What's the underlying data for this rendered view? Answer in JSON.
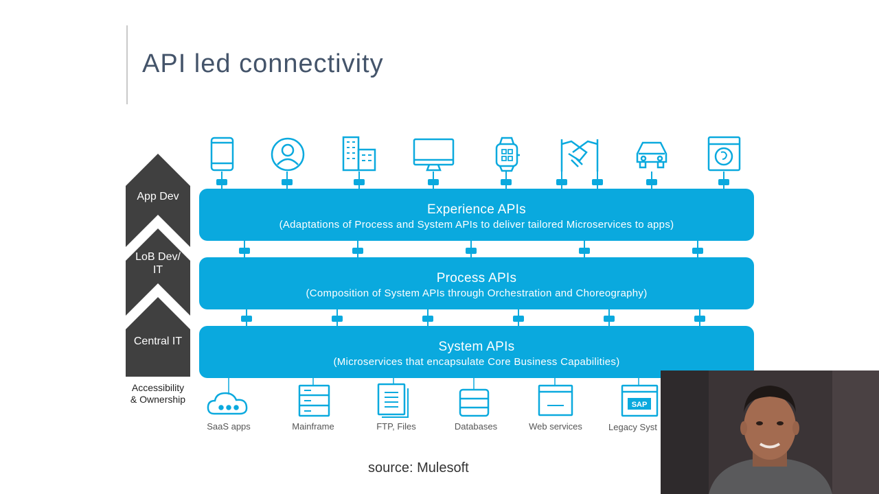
{
  "slide": {
    "title": "API led connectivity",
    "source": "source: Mulesoft"
  },
  "ownership_arrow": {
    "segments": [
      "App Dev",
      "LoB Dev/\nIT",
      "Central IT"
    ],
    "axis_label": "Accessibility\n& Ownership",
    "color": "#404040"
  },
  "layers": [
    {
      "name": "Experience APIs",
      "description": "(Adaptations of Process and System APIs to deliver tailored Microservices to apps)"
    },
    {
      "name": "Process APIs",
      "description": "(Composition of System APIs through Orchestration and Choreography)"
    },
    {
      "name": "System APIs",
      "description": "(Microservices that encapsulate Core Business Capabilities)"
    }
  ],
  "layer_color": "#0aa9de",
  "consumers": [
    "phone-icon",
    "user-icon",
    "building-icon",
    "monitor-icon",
    "smartwatch-icon",
    "handshake-icon",
    "car-icon",
    "washing-machine-icon"
  ],
  "systems": [
    {
      "icon": "cloud-icon",
      "label": "SaaS apps"
    },
    {
      "icon": "server-icon",
      "label": "Mainframe"
    },
    {
      "icon": "file-icon",
      "label": "FTP, Files"
    },
    {
      "icon": "database-icon",
      "label": "Databases"
    },
    {
      "icon": "web-window-icon",
      "label": "Web services"
    },
    {
      "icon": "sap-icon",
      "label": "Legacy Syst"
    }
  ],
  "sap_logo_text": "SAP"
}
